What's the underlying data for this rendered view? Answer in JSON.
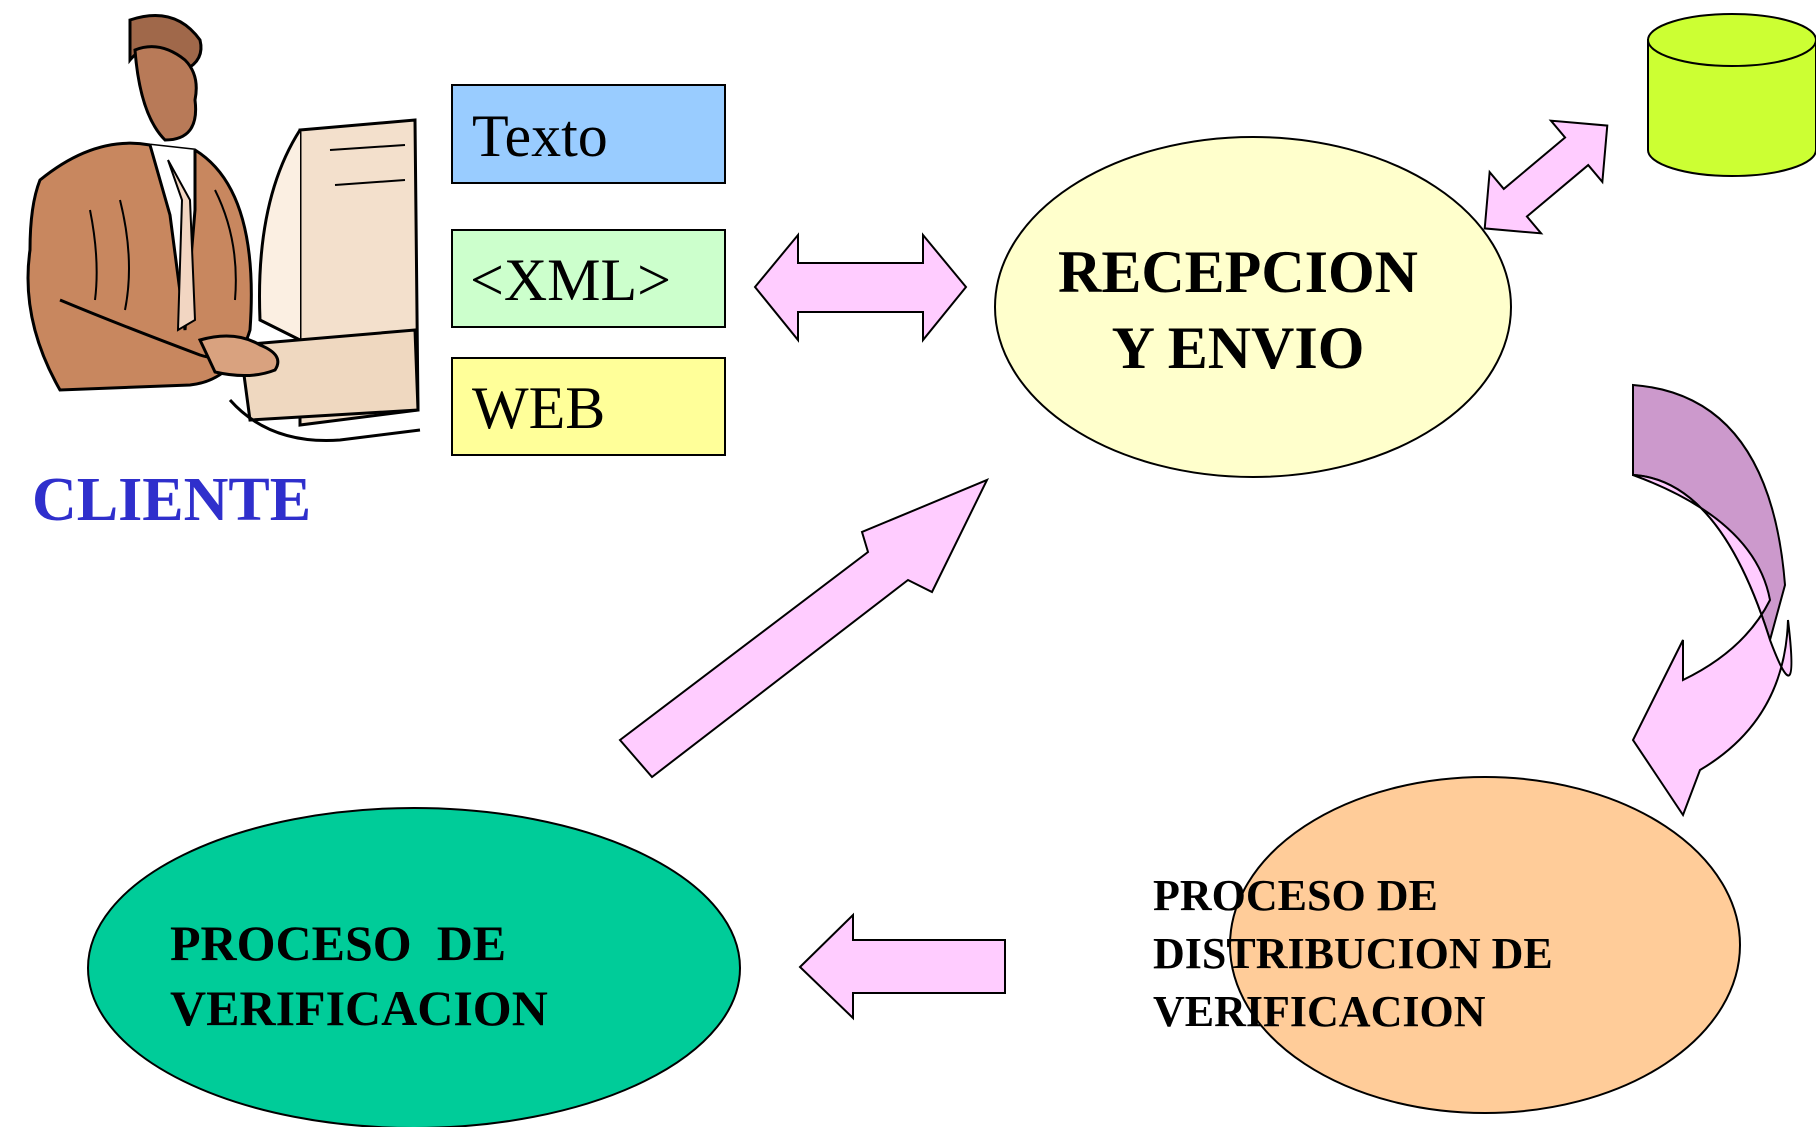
{
  "client": {
    "label": "CLIENTE"
  },
  "formats": [
    {
      "label": "Texto",
      "color": "#99ccff"
    },
    {
      "label": "<XML>",
      "color": "#ccffcc"
    },
    {
      "label": "WEB",
      "color": "#ffff99"
    }
  ],
  "nodes": {
    "reception": {
      "lines": [
        "RECEPCION",
        "Y ENVIO"
      ],
      "color": "#ffffcc"
    },
    "distribution": {
      "lines": [
        "PROCESO DE",
        "DISTRIBUCION DE",
        "VERIFICACION"
      ],
      "color": "#ffcc99"
    },
    "verification": {
      "lines": [
        "PROCESO  DE",
        "VERIFICACION"
      ],
      "color": "#00cc99"
    }
  },
  "database": {
    "color": "#ccff33"
  },
  "arrow_color": "#ffccff",
  "curved_arrow_shadow_color": "#cc99cc"
}
